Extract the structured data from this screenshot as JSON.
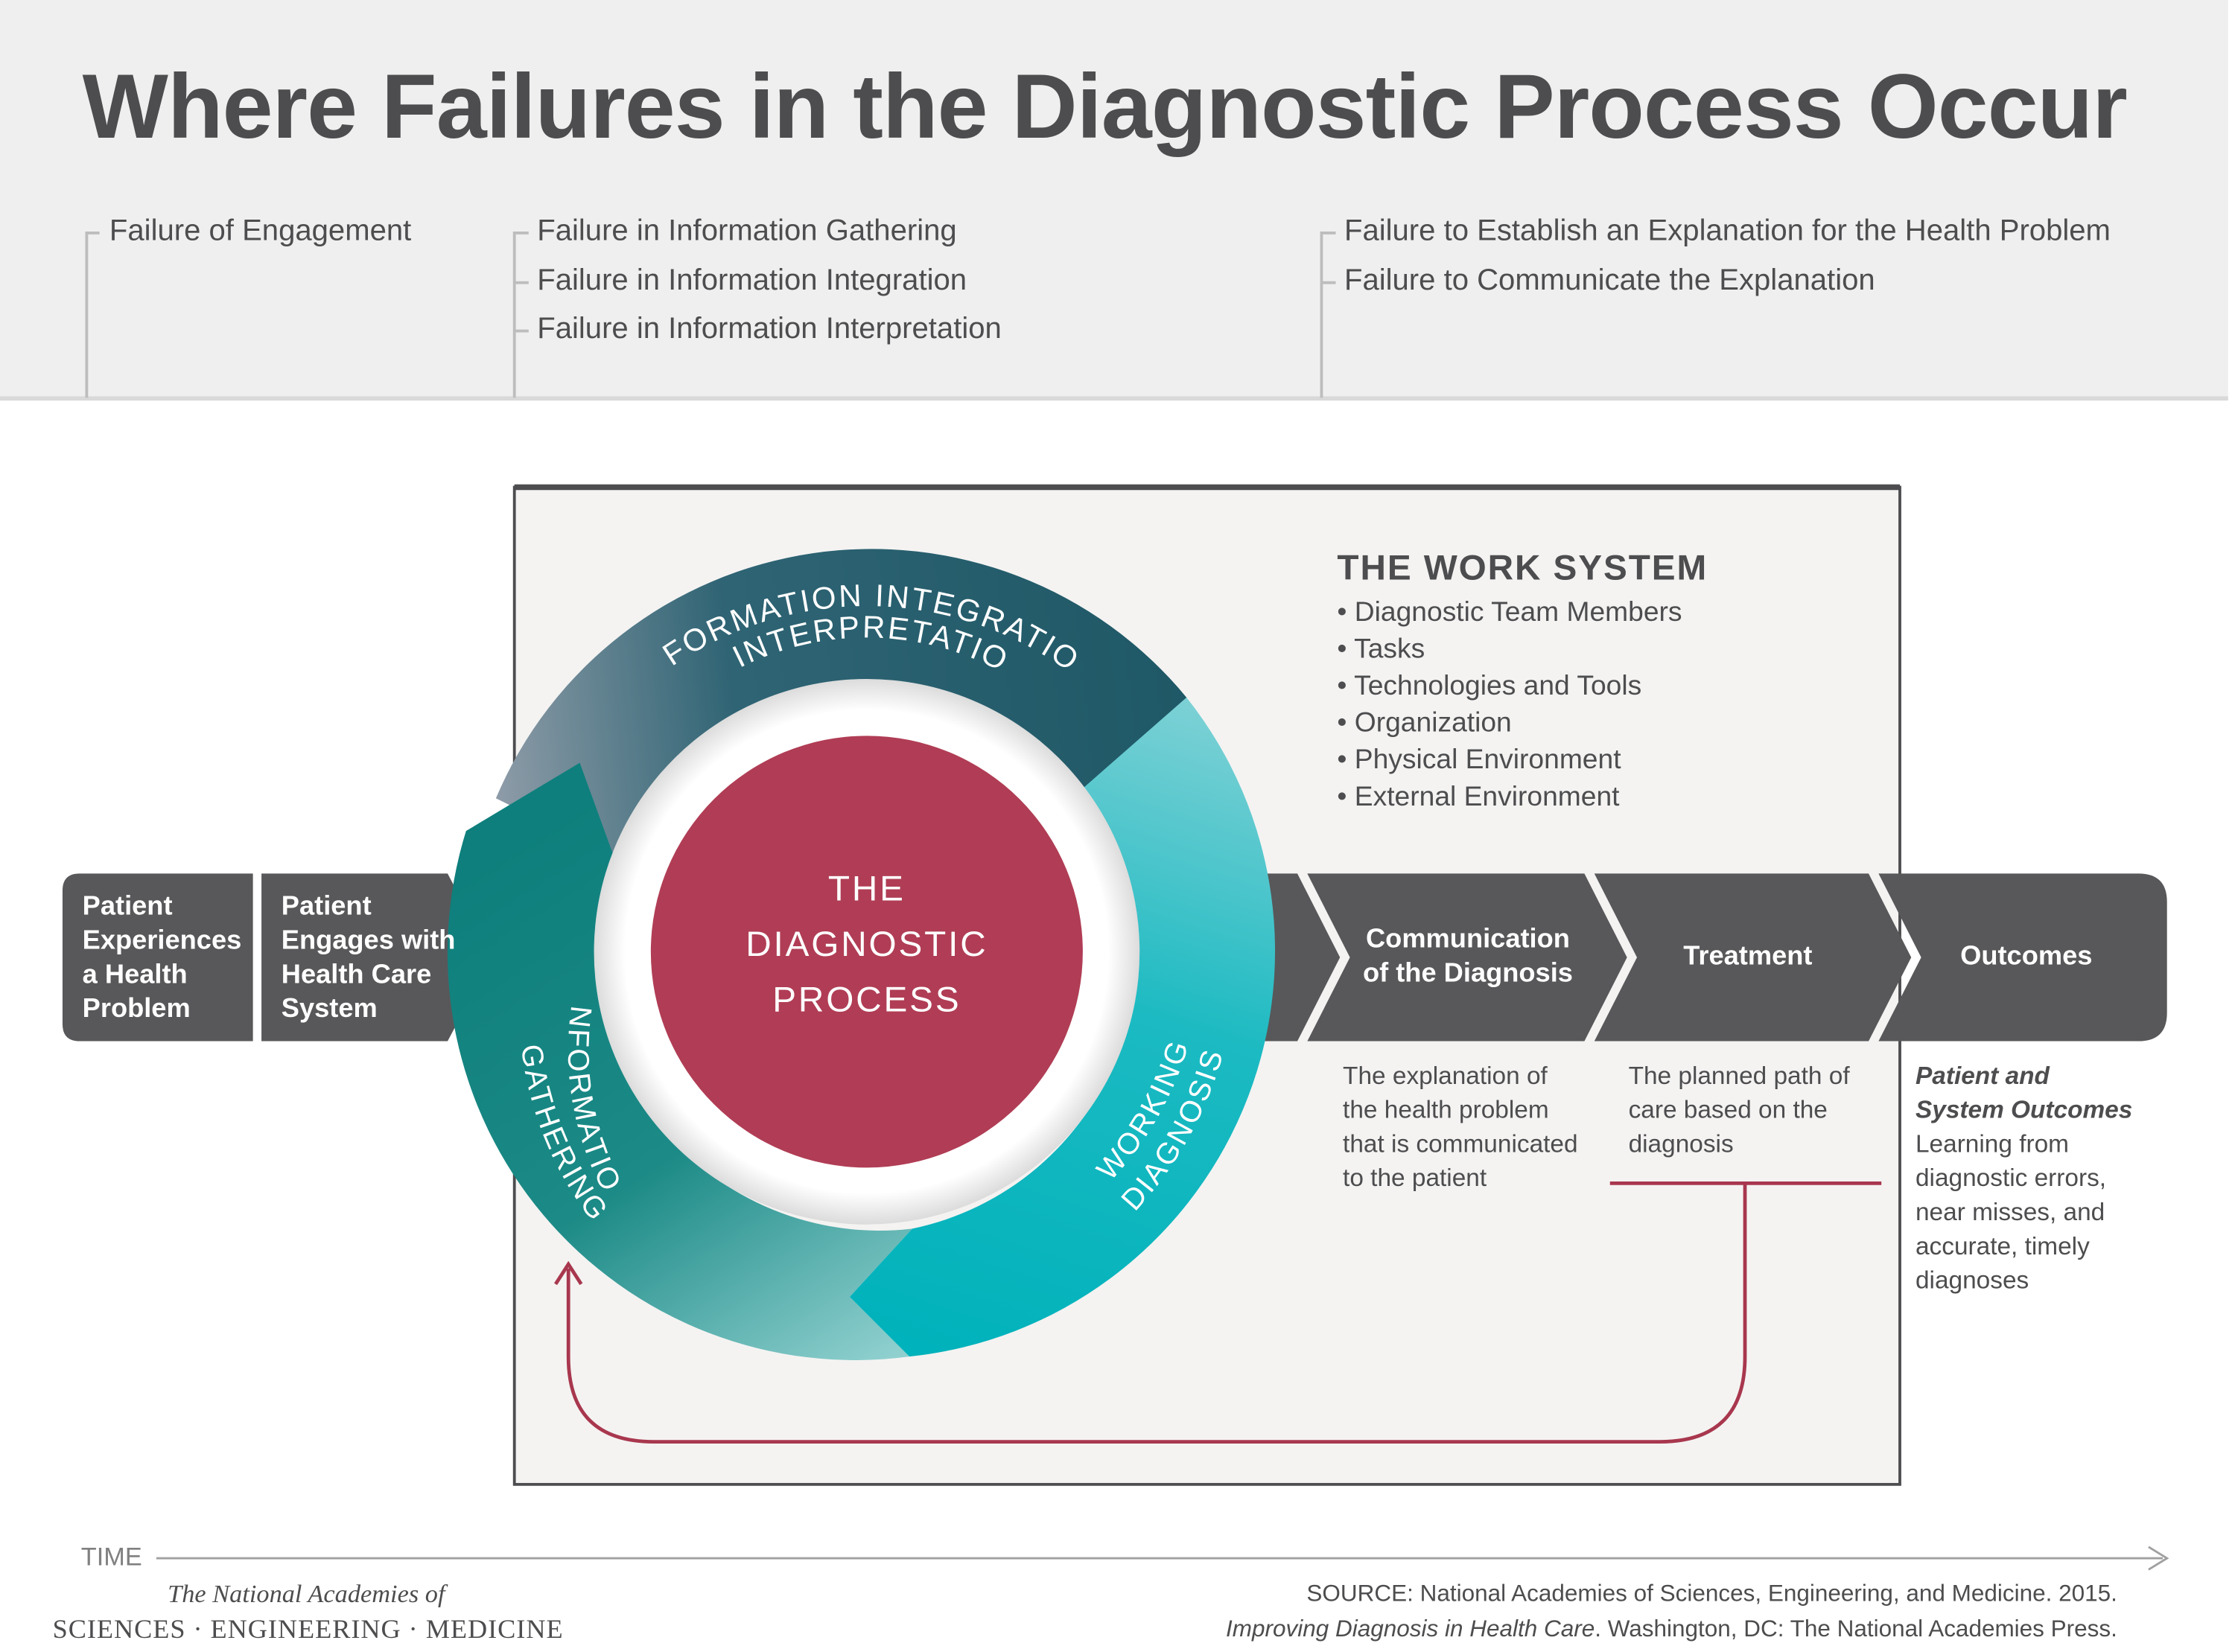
{
  "title": "Where Failures in the Diagnostic Process Occur",
  "failures": {
    "group1": [
      "Failure of Engagement"
    ],
    "group2": [
      "Failure in Information Gathering",
      "Failure in Information Integration",
      "Failure in Information Interpretation"
    ],
    "group3": [
      "Failure to Establish an Explanation for the Health Problem",
      "Failure to Communicate the Explanation"
    ]
  },
  "cycle": {
    "center": [
      "THE",
      "DIAGNOSTIC",
      "PROCESS"
    ],
    "arc_top": [
      "INFORMATION INTEGRATION",
      "& INTERPRETATION"
    ],
    "arc_left": [
      "INFORMATION",
      "GATHERING"
    ],
    "arc_right": [
      "WORKING",
      "DIAGNOSIS"
    ]
  },
  "work_system": {
    "title": "THE WORK SYSTEM",
    "items": [
      "• Diagnostic Team Members",
      "• Tasks",
      "• Technologies and Tools",
      "• Organization",
      "• Physical Environment",
      "• External Environment"
    ]
  },
  "steps": {
    "patient_experiences": [
      "Patient",
      "Experiences",
      "a Health",
      "Problem"
    ],
    "patient_engages": [
      "Patient",
      "Engages with",
      "Health Care",
      "System"
    ],
    "communication": [
      "Communication",
      "of the Diagnosis"
    ],
    "treatment": "Treatment",
    "outcomes": "Outcomes"
  },
  "descriptions": {
    "communication": [
      "The explanation of",
      "the health problem",
      "that is communicated",
      "to the patient"
    ],
    "treatment": [
      "The planned path of",
      "care based on the",
      "diagnosis"
    ],
    "outcomes_heading": [
      "Patient and",
      "System Outcomes"
    ],
    "outcomes": [
      "Learning from",
      "diagnostic errors,",
      "near misses, and",
      "accurate, timely",
      "diagnoses"
    ]
  },
  "time_label": "TIME",
  "organization": {
    "line1": "The National Academies of",
    "line2": "SCIENCES · ENGINEERING · MEDICINE"
  },
  "source": {
    "line1": "SOURCE: National Academies of Sciences, Engineering, and Medicine. 2015.",
    "line2_title": "Improving Diagnosis in Health Care",
    "line2_rest": ". Washington, DC: The National Academies Press."
  },
  "colors": {
    "header_bg": "#efefef",
    "text_dark": "#4d4d4f",
    "step_fill": "#58585a",
    "center_circle": "#b03d55",
    "arc_top": "#1f5866",
    "arc_left": "#12807b",
    "arc_right": "#02b2bb",
    "feedback_loop": "#a8374e",
    "work_system_bg": "#f4f3f2"
  }
}
